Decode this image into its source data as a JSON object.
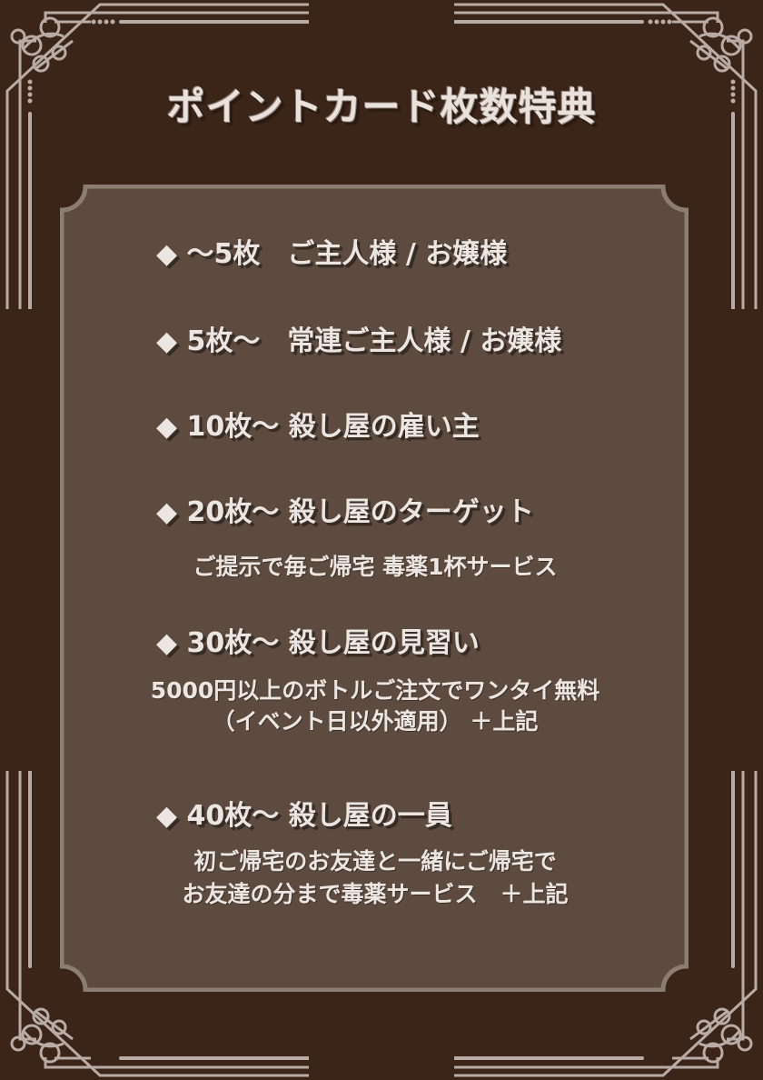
{
  "title": "ポイントカード枚数特典",
  "tiers": [
    {
      "label": "◆ ～5枚　ご主人様 / お嬢様"
    },
    {
      "label": "◆ 5枚～　常連ご主人様 / お嬢様"
    },
    {
      "label": "◆ 10枚～ 殺し屋の雇い主"
    },
    {
      "label": "◆ 20枚～ 殺し屋のターゲット",
      "benefit": [
        "ご提示で毎ご帰宅 毒薬1杯サービス"
      ]
    },
    {
      "label": "◆ 30枚～ 殺し屋の見習い",
      "benefit": [
        "5000円以上のボトルご注文でワンタイ無料",
        "（イベント日以外適用） ＋上記"
      ]
    },
    {
      "label": "◆ 40枚～ 殺し屋の一員",
      "benefit": [
        "初ご帰宅のお友達と一緒にご帰宅で",
        "お友達の分まで毒薬サービス　＋上記"
      ]
    }
  ],
  "colors": {
    "background": "#3a2518",
    "panel": "#5d4b3f",
    "panel_border": "#8c7d74",
    "ornament": "#b9aca6"
  }
}
